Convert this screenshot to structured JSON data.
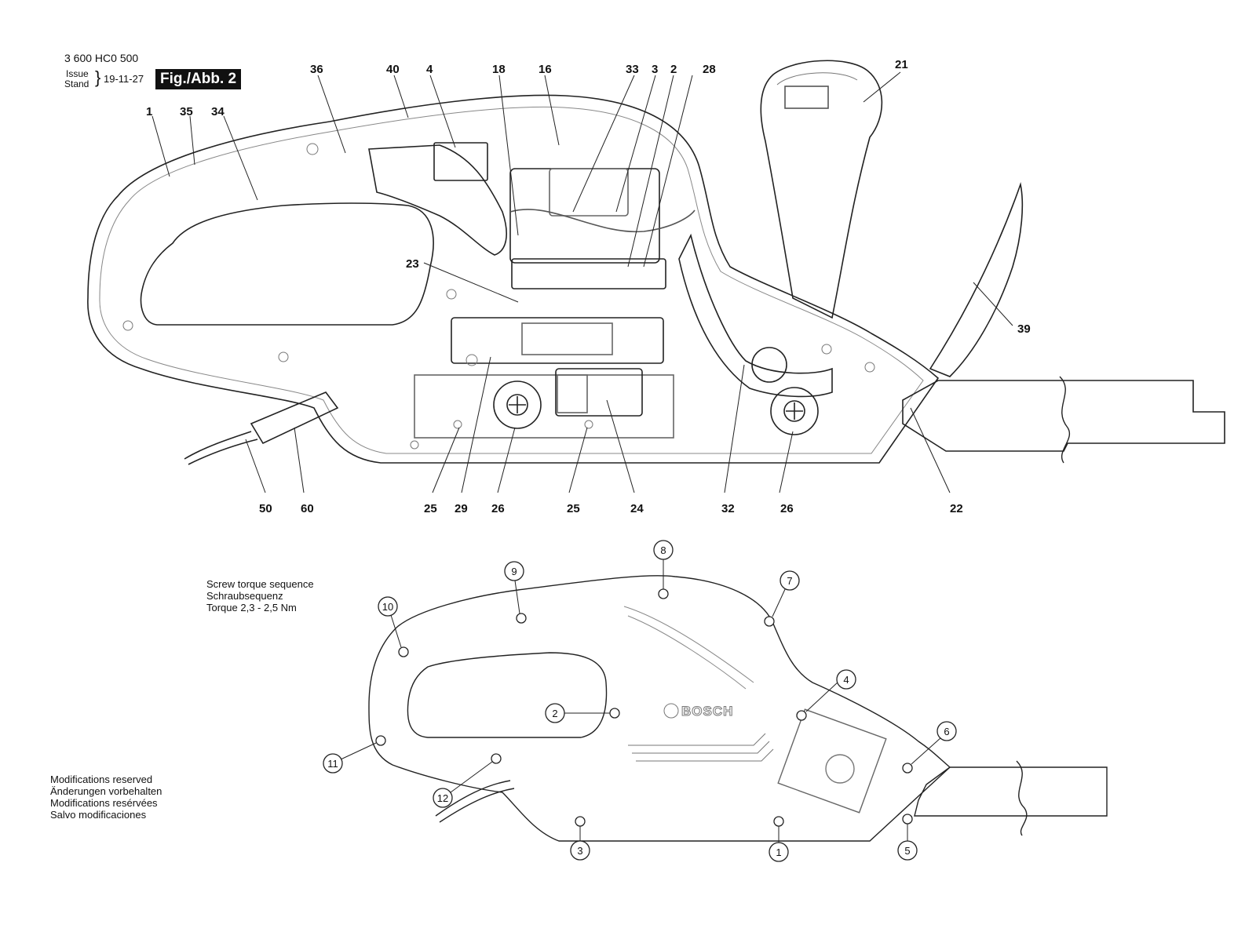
{
  "header": {
    "part_number": "3 600 HC0 500",
    "issue_label": "Issue",
    "stand_label": "Stand",
    "date": "19-11-27",
    "figure": "Fig./Abb. 2"
  },
  "main_callouts": [
    "36",
    "40",
    "4",
    "18",
    "16",
    "33",
    "3",
    "2",
    "28",
    "21",
    "1",
    "35",
    "34",
    "23",
    "39",
    "50",
    "60",
    "25",
    "29",
    "26",
    "25",
    "24",
    "32",
    "26",
    "22"
  ],
  "torque_note": {
    "line1": "Screw torque sequence",
    "line2": "Schraubsequenz",
    "line3": "Torque 2,3 - 2,5 Nm"
  },
  "sequence_numbers": [
    "1",
    "2",
    "3",
    "4",
    "5",
    "6",
    "7",
    "8",
    "9",
    "10",
    "11",
    "12"
  ],
  "brand_wordmark": "BOSCH",
  "modifications": {
    "en": "Modifications reserved",
    "de": "Änderungen vorbehalten",
    "fr": "Modifications resérvées",
    "es": "Salvo modificaciones"
  }
}
